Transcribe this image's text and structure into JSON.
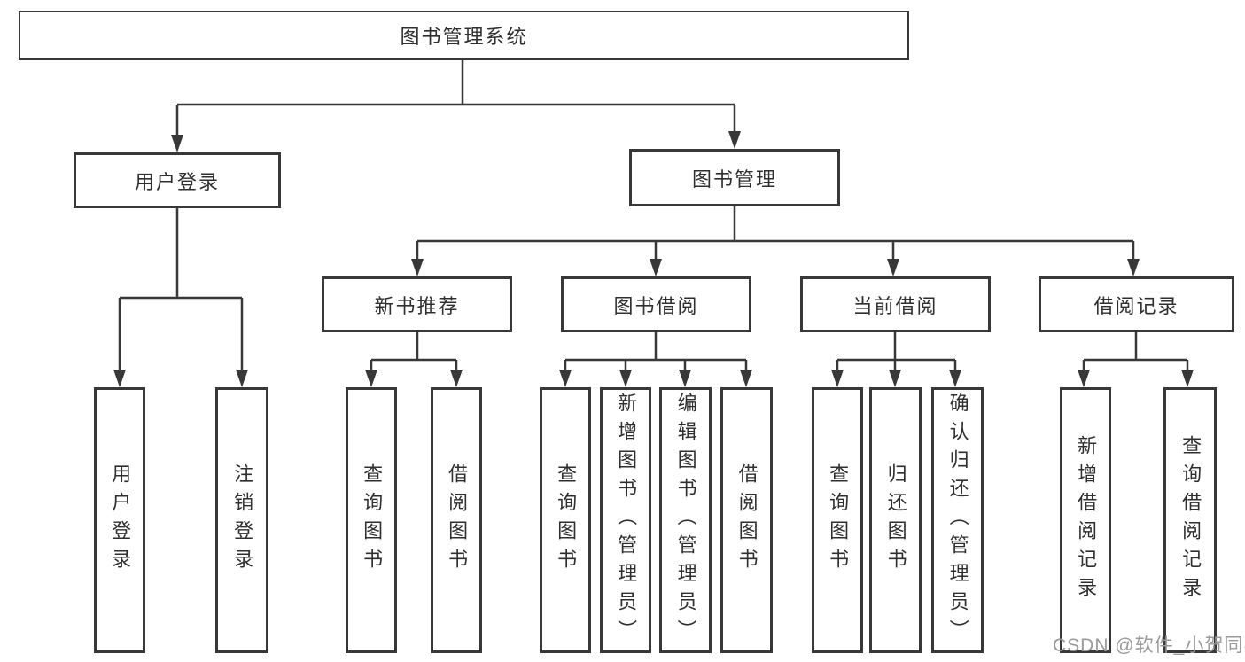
{
  "tree": {
    "label": "图书管理系统",
    "children": [
      {
        "label": "用户登录",
        "children": [
          {
            "label": "用户登录"
          },
          {
            "label": "注销登录"
          }
        ]
      },
      {
        "label": "图书管理",
        "children": [
          {
            "label": "新书推荐",
            "children": [
              {
                "label": "查询图书"
              },
              {
                "label": "借阅图书"
              }
            ]
          },
          {
            "label": "图书借阅",
            "children": [
              {
                "label": "查询图书"
              },
              {
                "label": "新增图书（管理员）"
              },
              {
                "label": "编辑图书（管理员）"
              },
              {
                "label": "借阅图书"
              }
            ]
          },
          {
            "label": "当前借阅",
            "children": [
              {
                "label": "查询图书"
              },
              {
                "label": "归还图书"
              },
              {
                "label": "确认归还（管理员）"
              }
            ]
          },
          {
            "label": "借阅记录",
            "children": [
              {
                "label": "新增借阅记录"
              },
              {
                "label": "查询借阅记录"
              }
            ]
          }
        ]
      }
    ]
  },
  "watermark": {
    "text": "CSDN @软件_小贺同学"
  },
  "colors": {
    "line": "#383838",
    "text": "#2f2f2f",
    "watermark": "#9a9a9a",
    "background": "#ffffff"
  }
}
